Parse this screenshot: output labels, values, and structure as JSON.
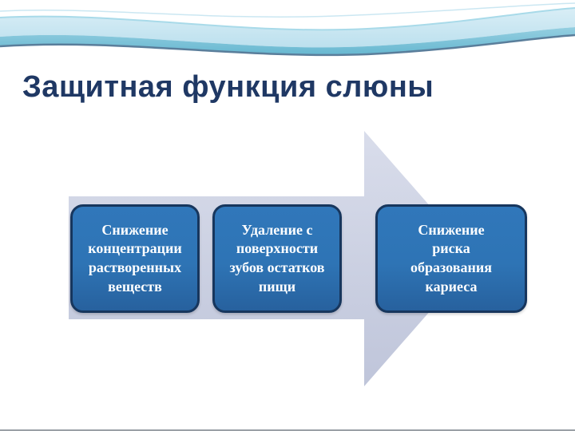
{
  "slide": {
    "title": "Защитная функция слюны",
    "diagram": {
      "type": "process-arrow",
      "direction": "right",
      "boxes": [
        {
          "id": "reduce-concentration",
          "label": "Снижение\nконцентрации\nрастворенных\nвеществ"
        },
        {
          "id": "remove-food-residue",
          "label": "Удаление с\nповерхности\nзубов остатков\nпищи"
        },
        {
          "id": "reduce-caries-risk",
          "label": "Снижение\nриска\nобразования\nкариеса"
        }
      ]
    },
    "colors": {
      "title_text": "#1F3864",
      "box_fill": "#2E74B5",
      "box_border": "#17365D",
      "box_text": "#FFFFFF",
      "arrow_fill": "#C9CEE1",
      "wave_light": "#CFE9F3",
      "wave_medium": "#7CC5DB",
      "wave_accent": "#5A7E9B",
      "bottom_rule": "#9AA0A6"
    }
  }
}
